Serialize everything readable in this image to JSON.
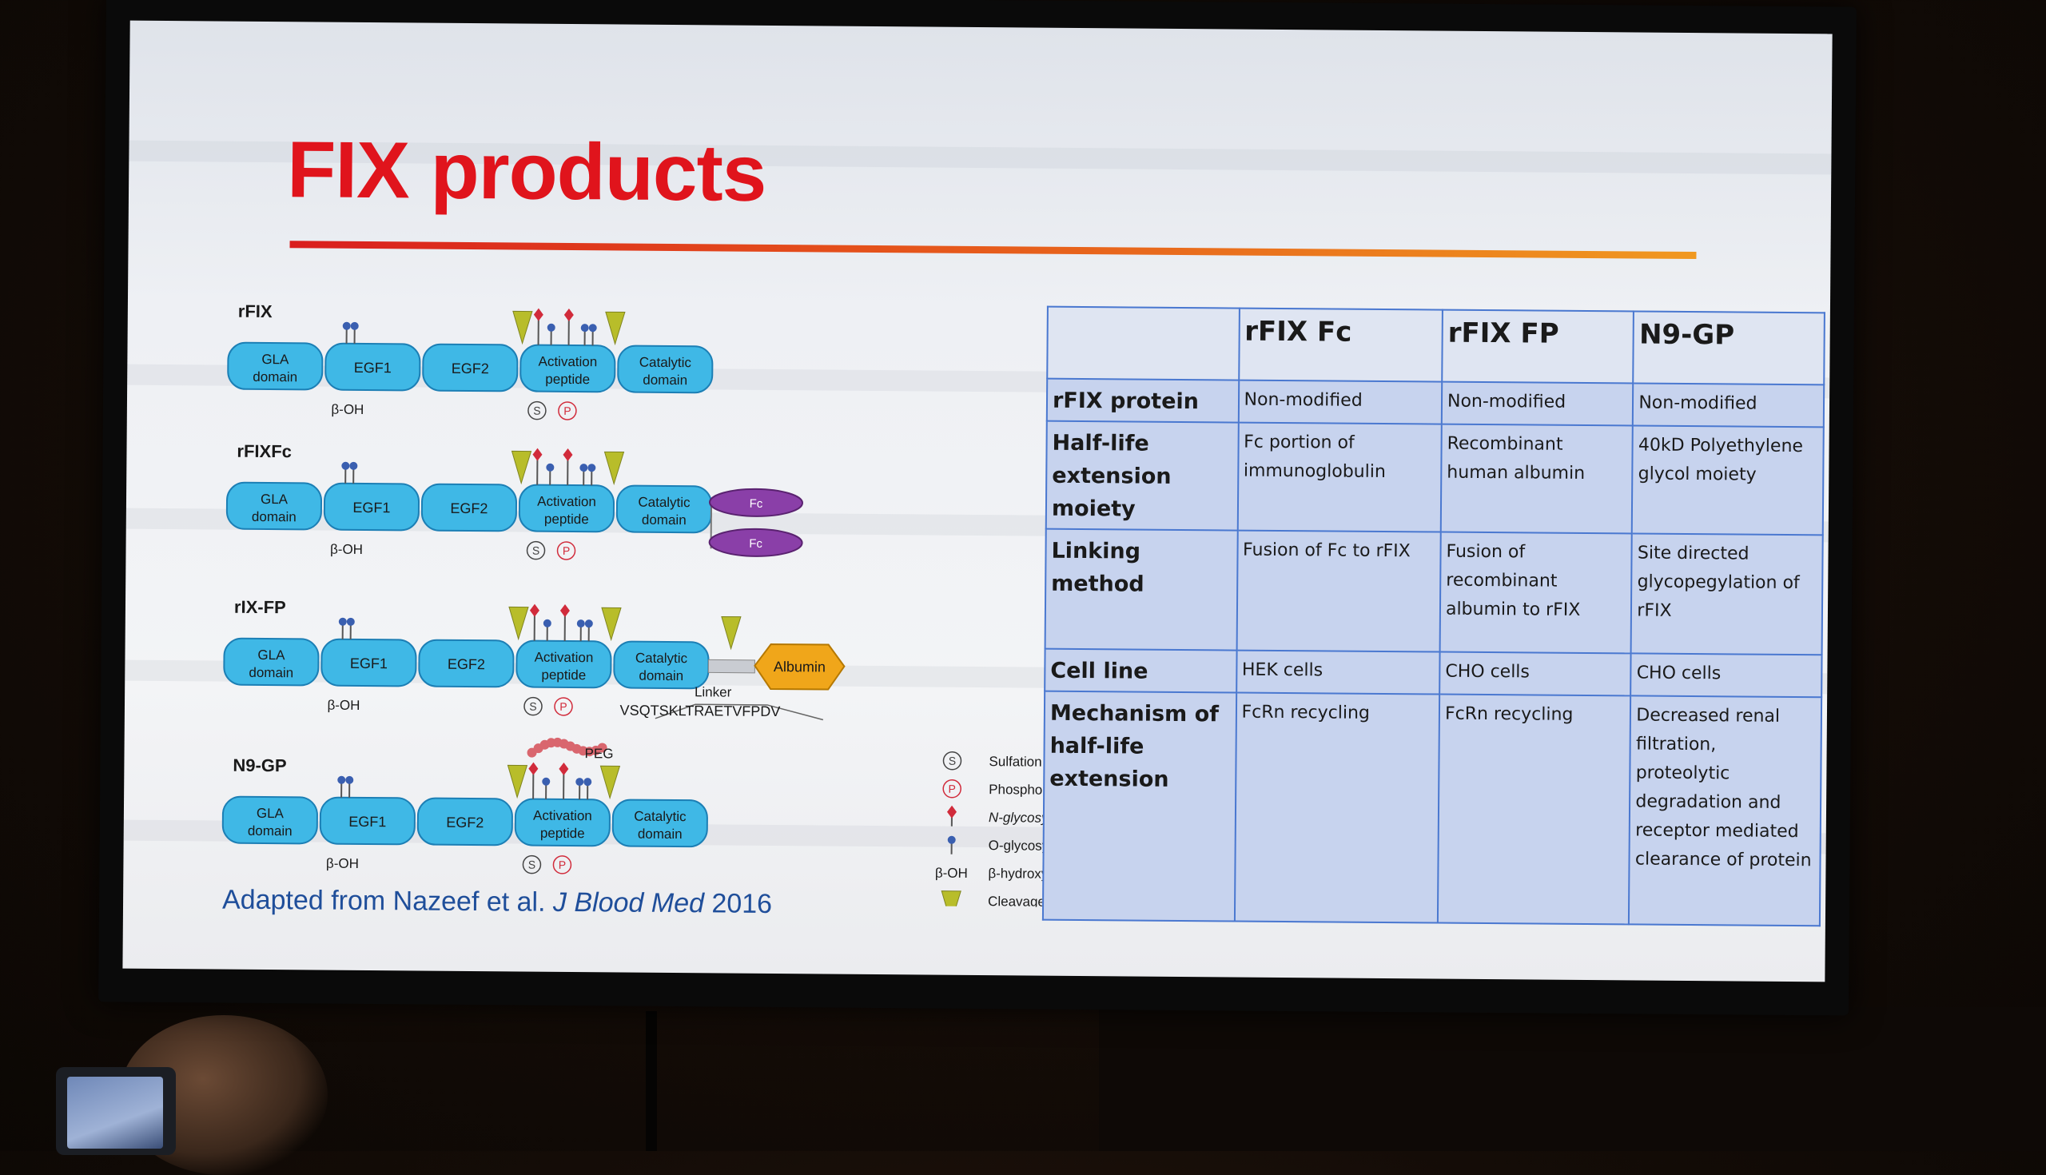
{
  "slide": {
    "title": "FIX products",
    "citation_prefix": "Adapted from Nazeef et al. ",
    "citation_journal": "J Blood Med",
    "citation_suffix": " 2016"
  },
  "diagram": {
    "constructs": [
      {
        "name": "rFIX"
      },
      {
        "name": "rFIXFc",
        "fc_label": "Fc"
      },
      {
        "name": "rIX-FP",
        "linker_label": "Linker",
        "linker_sequence": "VSQTSKLTRAETVFPDV",
        "albumin_label": "Albumin"
      },
      {
        "name": "N9-GP",
        "peg_label": "PEG"
      }
    ],
    "domains": {
      "gla_line1": "GLA",
      "gla_line2": "domain",
      "egf1": "EGF1",
      "egf2": "EGF2",
      "act_line1": "Activation",
      "act_line2": "peptide",
      "cat_line1": "Catalytic",
      "cat_line2": "domain"
    },
    "beta_oh": "β-OH",
    "sulfation_symbol": "S",
    "phospho_symbol": "P",
    "legend": {
      "sulfation": "Sulfation",
      "phospho": "Phosphophorylation",
      "nglyc": "N-glycosylation",
      "oglyc": "O-glycosylation",
      "betaoh_symbol": "β-OH",
      "betaoh": "β-hydroxylation",
      "cleavage": "Cleavage sites"
    },
    "colors": {
      "domain": "#3fb8e6",
      "fc": "#8a3fa8",
      "albumin": "#f0a61a",
      "cleavage": "#b8bd2a",
      "n_glyc": "#d12b3b",
      "o_glyc": "#3a5fb0",
      "peg": "#d9666e"
    }
  },
  "table": {
    "headers": [
      "",
      "rFIX Fc",
      "rFIX FP",
      "N9-GP"
    ],
    "rows": [
      {
        "label": "rFIX protein",
        "cells": [
          "Non-modified",
          "Non-modified",
          "Non-modified"
        ]
      },
      {
        "label": "Half-life extension moiety",
        "cells": [
          "Fc portion of immunoglobulin",
          "Recombinant human albumin",
          "40kD Polyethylene glycol moiety"
        ]
      },
      {
        "label": "Linking method",
        "cells": [
          "Fusion of Fc to rFIX",
          "Fusion of recombinant albumin to rFIX",
          "Site directed glycopegylation  of rFIX"
        ]
      },
      {
        "label": "Cell line",
        "cells": [
          "HEK cells",
          "CHO cells",
          "CHO cells"
        ]
      },
      {
        "label": "Mechanism of half-life extension",
        "cells": [
          "FcRn recycling",
          "FcRn recycling",
          "Decreased renal filtration, proteolytic degradation  and receptor mediated clearance of protein"
        ]
      }
    ]
  }
}
